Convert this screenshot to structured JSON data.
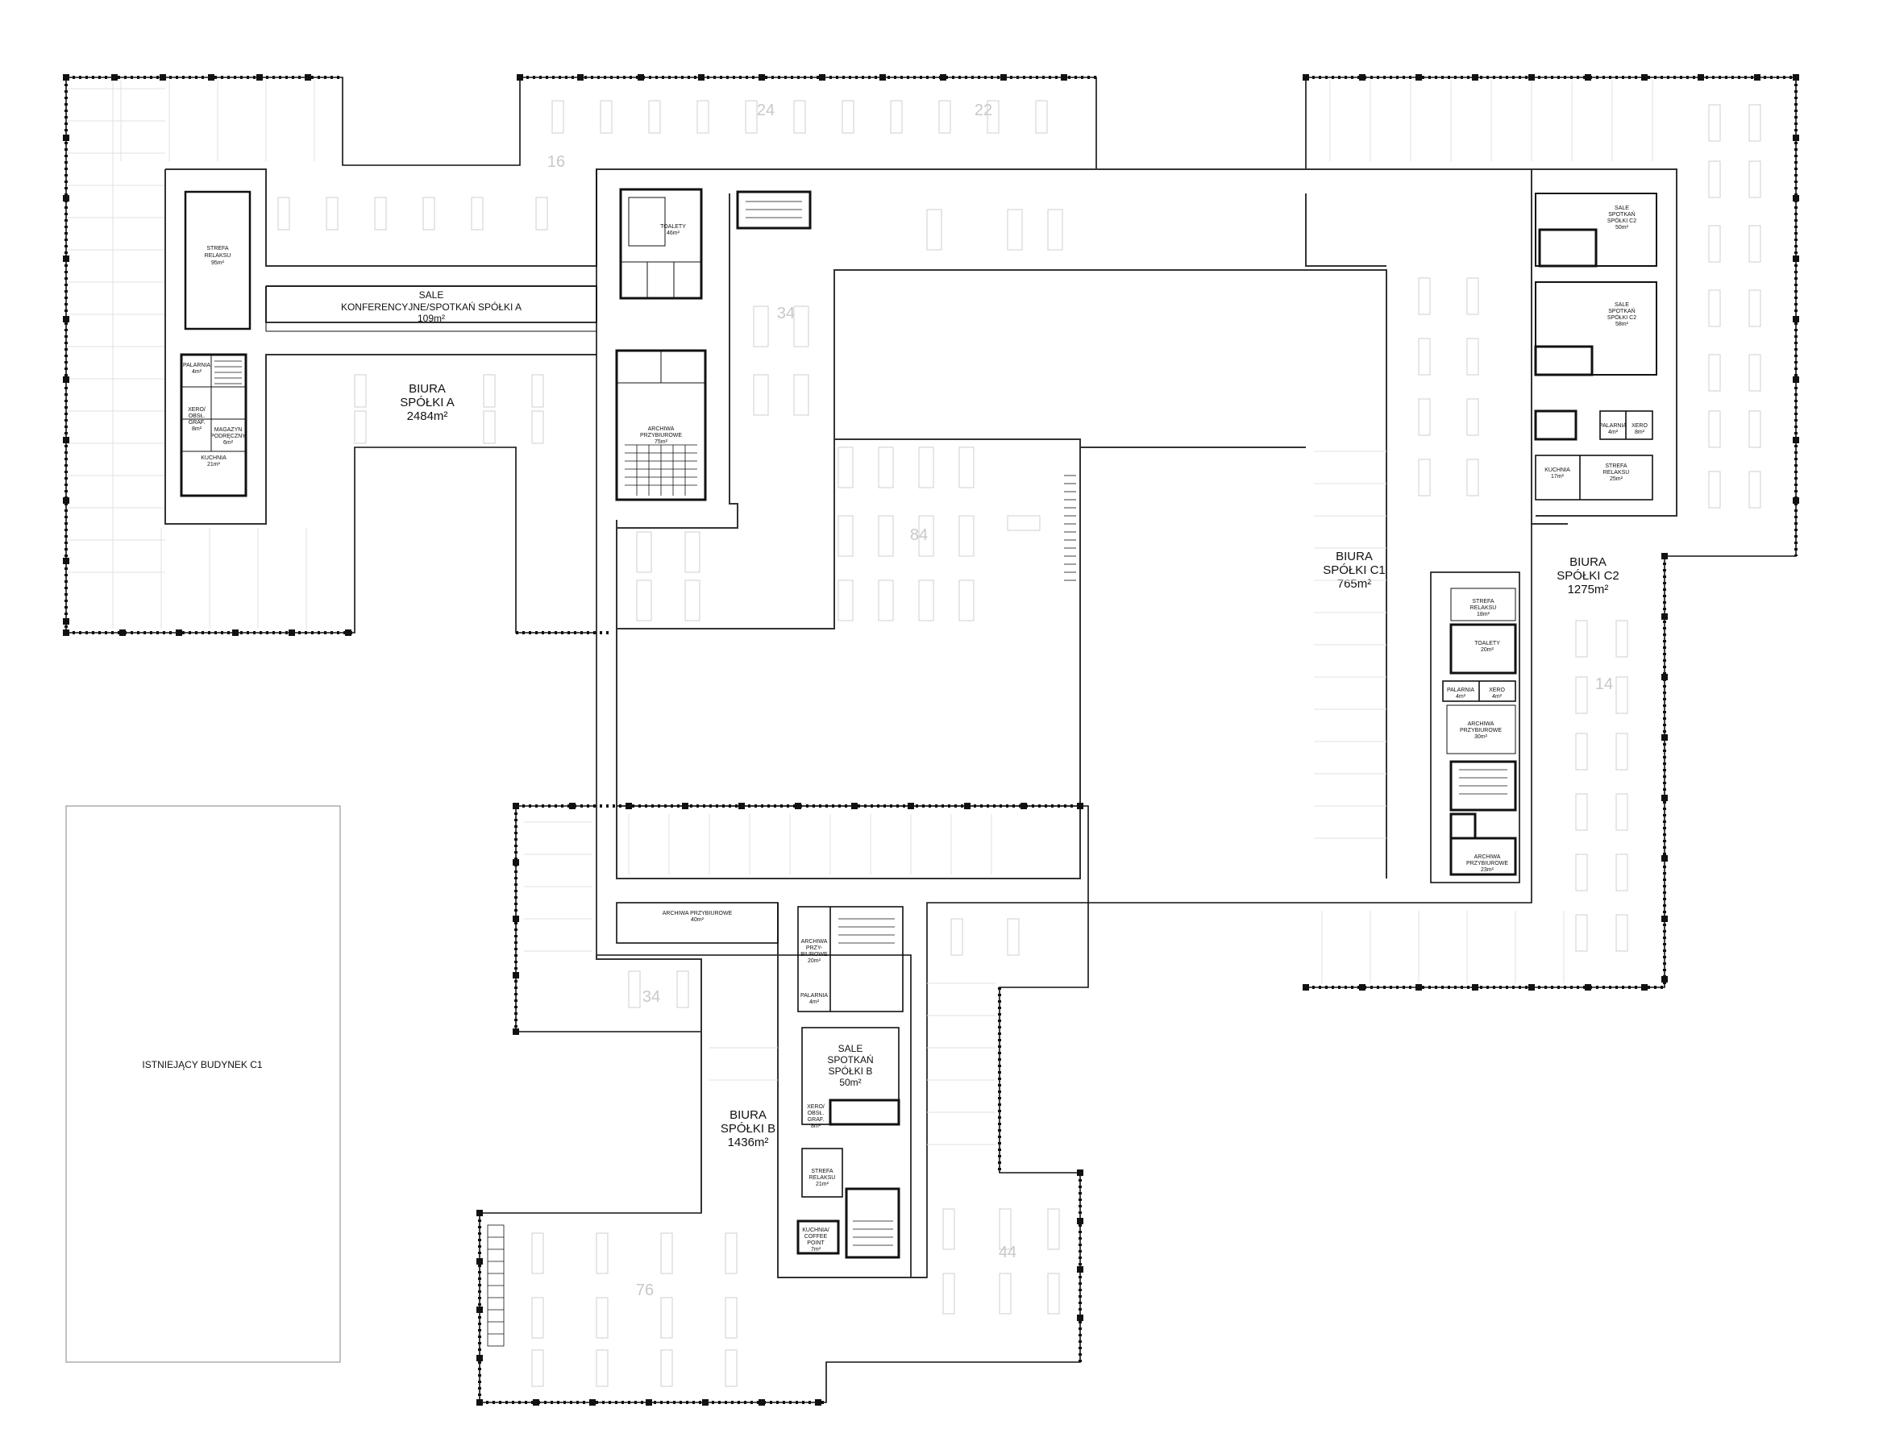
{
  "rooms": {
    "existing_building": "ISTNIEJĄCY BUDYNEK C1",
    "office_a": {
      "line1": "BIURA",
      "line2": "SPÓŁKI A",
      "area": "2484m²"
    },
    "conf_a": {
      "line1": "SALE",
      "line2": "KONFERENCYJNE/SPOTKAŃ SPÓŁKI A",
      "area": "109m²"
    },
    "relax_a": {
      "line1": "STREFA",
      "line2": "RELAKSU",
      "area": "95m²"
    },
    "smoking_a": {
      "line1": "PALARNIA",
      "area": "4m²"
    },
    "xerox_a": {
      "line1": "XERO/",
      "line2": "OBSŁ.",
      "line3": "GRAF.",
      "area": "8m²"
    },
    "storage_a": {
      "line1": "MAGAZYN",
      "line2": "PODRĘCZNY",
      "area": "6m²"
    },
    "kitchen_a": {
      "line1": "KUCHNIA",
      "area": "21m²"
    },
    "toilets_top": {
      "line1": "TOALETY",
      "area": "46m²"
    },
    "archive_top": {
      "line1": "ARCHIWA",
      "line2": "PRZYBIUROWE",
      "area": "75m²"
    },
    "office_c1": {
      "line1": "BIURA",
      "line2": "SPÓŁKI C1",
      "area": "765m²"
    },
    "office_c2": {
      "line1": "BIURA",
      "line2": "SPÓŁKI C2",
      "area": "1275m²"
    },
    "meet_c2_1": {
      "line1": "SALE",
      "line2": "SPOTKAŃ",
      "line3": "SPÓŁKI C2",
      "area": "50m²"
    },
    "meet_c2_2": {
      "line1": "SALE",
      "line2": "SPOTKAŃ",
      "line3": "SPÓŁKI C2",
      "area": "58m²"
    },
    "smoking_c2": {
      "line1": "PALARNIA",
      "area": "4m²"
    },
    "xerox_c2": {
      "line1": "XERO",
      "area": "8m²"
    },
    "kitchen_c2": {
      "line1": "KUCHNIA",
      "area": "17m²"
    },
    "relax_c2": {
      "line1": "STREFA",
      "line2": "RELAKSU",
      "area": "25m²"
    },
    "relax_c1": {
      "line1": "STREFA",
      "line2": "RELAKSU",
      "area": "18m²"
    },
    "toilets_c1": {
      "line1": "TOALETY",
      "area": "20m²"
    },
    "smoking_c1": {
      "line1": "PALARNIA",
      "area": "4m²"
    },
    "xerox_c1": {
      "line1": "XERO",
      "area": "4m²"
    },
    "archive_c1_1": {
      "line1": "ARCHIWA",
      "line2": "PRZYBIUROWE",
      "area": "30m²"
    },
    "archive_c1_2": {
      "line1": "ARCHIWA",
      "line2": "PRZYBIUROWE",
      "area": "23m²"
    },
    "archive_b_long": {
      "line1": "ARCHIWA PRZYBIUROWE",
      "area": "40m²"
    },
    "archive_b_small": {
      "line1": "ARCHIWA",
      "line2": "PRZY-",
      "line3": "BIUROWE",
      "area": "20m²"
    },
    "smoking_b": {
      "line1": "PALARNIA",
      "area": "4m²"
    },
    "meet_b": {
      "line1": "SALE",
      "line2": "SPOTKAŃ",
      "line3": "SPÓŁKI B",
      "area": "50m²"
    },
    "xerox_b": {
      "line1": "XERO/",
      "line2": "OBSŁ.",
      "line3": "GRAF.",
      "area": "8m²"
    },
    "office_b": {
      "line1": "BIURA",
      "line2": "SPÓŁKI B",
      "area": "1436m²"
    },
    "relax_b": {
      "line1": "STREFA",
      "line2": "RELAKSU",
      "area": "21m²"
    },
    "kitchen_b": {
      "line1": "KUCHNIA/",
      "line2": "COFFEE",
      "line3": "POINT",
      "area": "7m²"
    }
  },
  "desk_counts": [
    "16",
    "24",
    "22",
    "34",
    "84",
    "14",
    "34",
    "76",
    "44"
  ]
}
